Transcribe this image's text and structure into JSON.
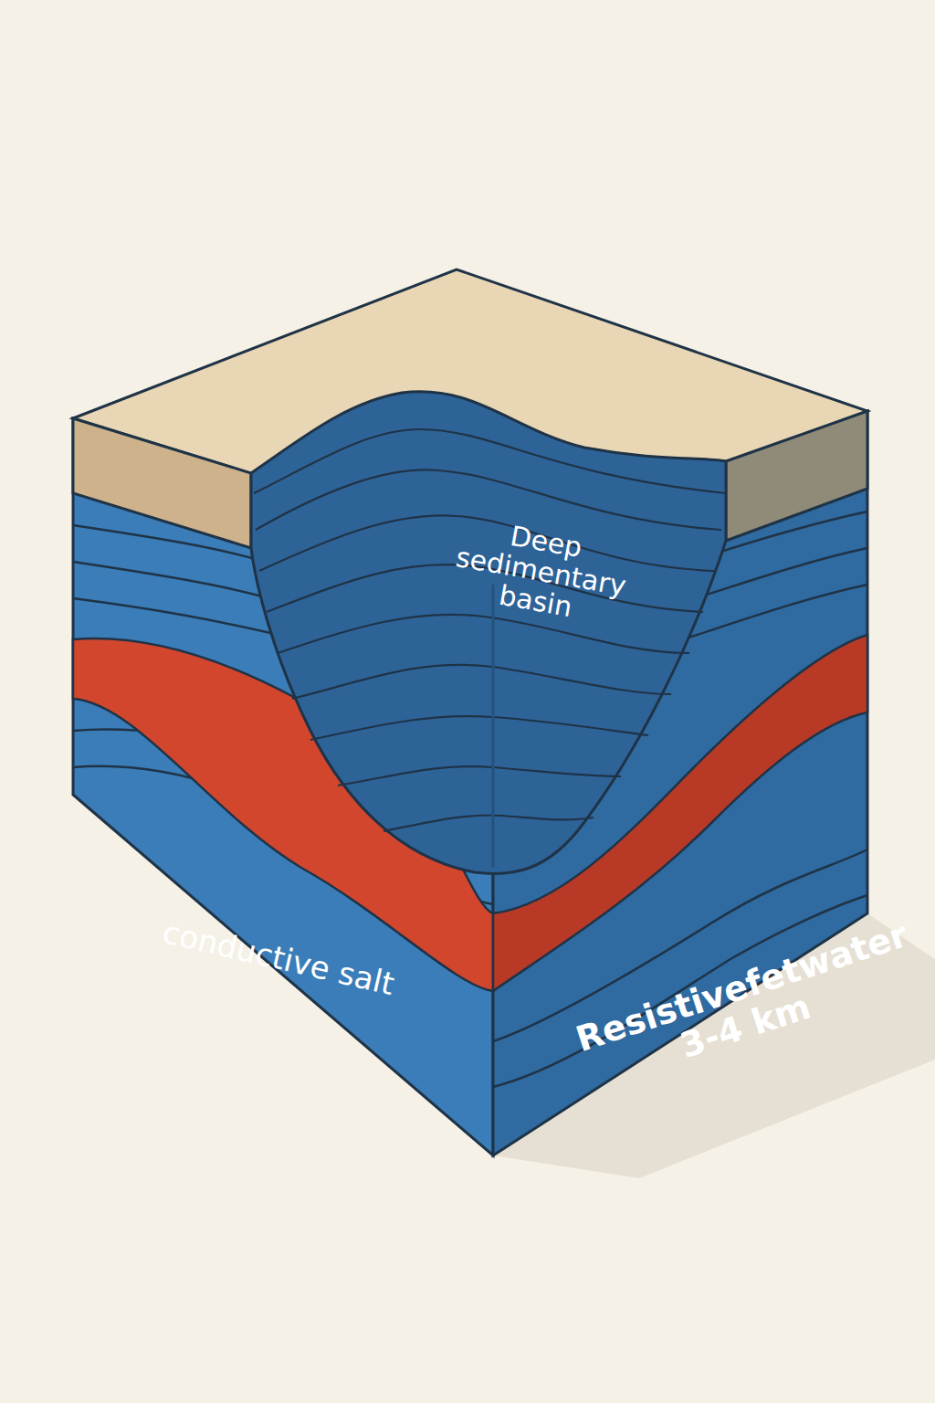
{
  "diagram": {
    "labels": [
      "Deep sedimentary basin",
      "conductive salt",
      "Resistivefetwater 3-4 km"
    ]
  }
}
